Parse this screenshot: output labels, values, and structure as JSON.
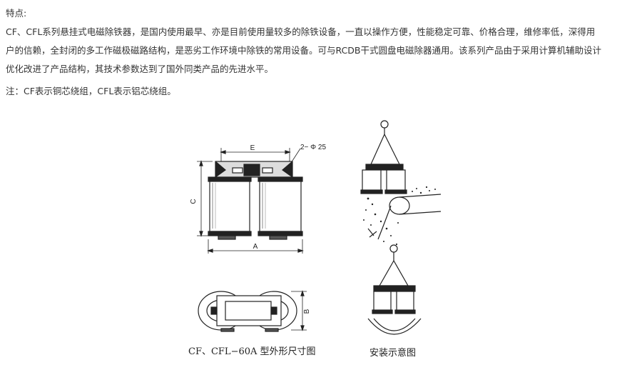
{
  "heading": "特点:",
  "description": {
    "line1": "CF、CFL系列悬挂式电磁除铁器，是国内使用最早、亦是目前使用量较多的除铁设备，一直以操作方便，性能稳定可靠、价格合理，维修率低，深得用",
    "line2": "户的信赖，全封闭的多工作磁极磁路结构，是恶劣工作环境中除铁的常用设备。可与RCDB干式圆盘电磁除器通用。该系列产品由于采用计算机辅助设计",
    "line3": "优化改进了产品结构，其技术参数达到了国外同类产品的先进水平。"
  },
  "note": "注：CF表示铜芯绕组，CFL表示铝芯绕组。",
  "figure": {
    "dimension_labels": {
      "e": "E",
      "hole": "2− Φ 25",
      "c": "C",
      "a": "A",
      "b": "B"
    },
    "caption_left": "CF、CFL−60A 型外形尺寸图",
    "caption_right": "安装示意图"
  }
}
